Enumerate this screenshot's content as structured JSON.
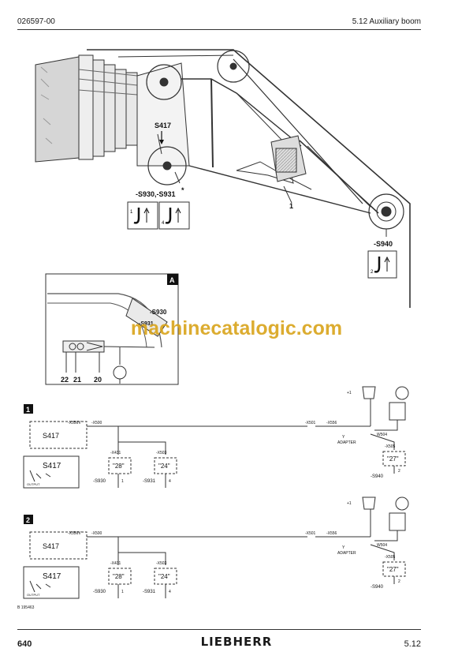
{
  "header": {
    "doc_number": "026597-00",
    "section_title": "5.12 Auxiliary boom"
  },
  "footer": {
    "page_number": "640",
    "brand": "LIEBHERR",
    "section": "5.12"
  },
  "watermark": "machinecatalogic.com",
  "doc_id": "B 195463",
  "top_figure": {
    "label_s417": "S417",
    "label_s930_s931": "-S930,-S931",
    "asterisk": "*",
    "label_1": "1",
    "label_s940": "-S940",
    "hook_icons": [
      {
        "num": "1"
      },
      {
        "num": "4"
      }
    ],
    "hook_icon_right": {
      "num": "2"
    }
  },
  "detail": {
    "badge": "A",
    "label_s930": "-S930",
    "label_s931": "-S931",
    "callouts": [
      "22",
      "21",
      "20"
    ]
  },
  "circuits": [
    {
      "badge": "1",
      "module": "S417",
      "display_title": "S417",
      "output_label": "OUTPUT",
      "wire_labels": [
        "-X556V",
        "-X500",
        "-X501",
        "-X556"
      ],
      "plugs": [
        "-X431",
        "-X503",
        "-X505"
      ],
      "values": [
        "\"28\"",
        "\"24\"",
        "\"27\""
      ],
      "switches": [
        "-S930",
        "-S931",
        "-S940"
      ],
      "switch_nums": [
        "1",
        "4",
        "2"
      ],
      "adapter": "ADAPTER",
      "y_label": "Y",
      "w_label": "W504",
      "plus": "+1"
    },
    {
      "badge": "2",
      "module": "S417",
      "display_title": "S417",
      "output_label": "OUTPUT",
      "wire_labels": [
        "-X556V",
        "-X500",
        "-X501",
        "-X556"
      ],
      "plugs": [
        "-X431",
        "-X503",
        "-X505"
      ],
      "values": [
        "\"28\"",
        "\"24\"",
        "\"27\""
      ],
      "switches": [
        "-S930",
        "-S931",
        "-S940"
      ],
      "switch_nums": [
        "1",
        "4",
        "2"
      ],
      "adapter": "ADAPTER",
      "y_label": "Y",
      "w_label": "W504",
      "plus": "+1"
    }
  ]
}
